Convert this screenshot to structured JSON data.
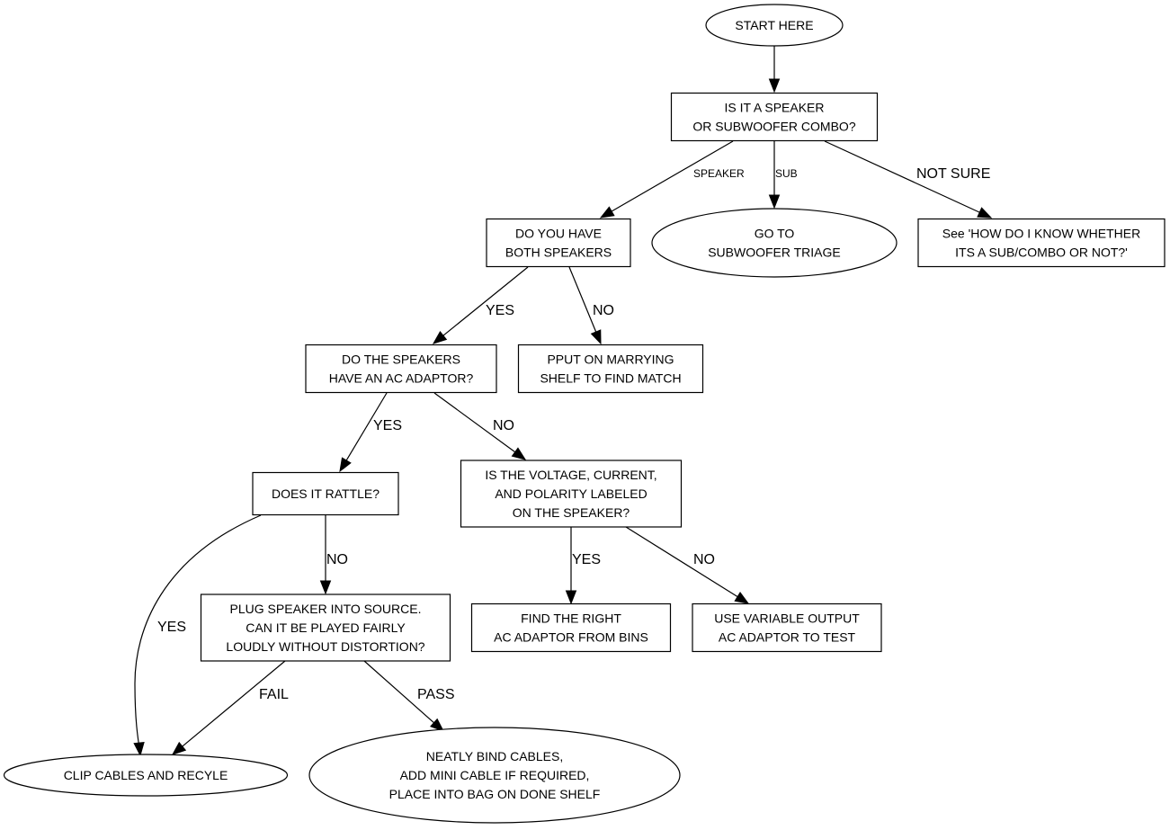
{
  "diagram": {
    "title": "Speaker triage flowchart",
    "nodes": {
      "start": {
        "shape": "ellipse",
        "lines": [
          "START HERE"
        ]
      },
      "is_speaker": {
        "shape": "box",
        "lines": [
          "IS IT A SPEAKER",
          "OR SUBWOOFER COMBO?"
        ]
      },
      "both_speakers": {
        "shape": "box",
        "lines": [
          "DO YOU HAVE",
          "BOTH SPEAKERS"
        ]
      },
      "sub_triage": {
        "shape": "ellipse",
        "lines": [
          "GO TO",
          "SUBWOOFER TRIAGE"
        ]
      },
      "not_sure": {
        "shape": "box",
        "lines": [
          "See 'HOW DO I KNOW WHETHER",
          "ITS A SUB/COMBO OR NOT?'"
        ]
      },
      "ac_adaptor": {
        "shape": "box",
        "lines": [
          "DO THE SPEAKERS",
          "HAVE AN AC ADAPTOR?"
        ]
      },
      "marrying_shelf": {
        "shape": "box",
        "lines": [
          "PPUT ON MARRYING",
          "SHELF TO FIND MATCH"
        ]
      },
      "rattle": {
        "shape": "box",
        "lines": [
          "DOES IT RATTLE?"
        ]
      },
      "voltage_labeled": {
        "shape": "box",
        "lines": [
          "IS THE VOLTAGE, CURRENT,",
          "AND POLARITY LABELED",
          "ON THE SPEAKER?"
        ]
      },
      "plug_in": {
        "shape": "box",
        "lines": [
          "PLUG SPEAKER INTO SOURCE.",
          "CAN IT BE PLAYED FAIRLY",
          "LOUDLY WITHOUT DISTORTION?"
        ]
      },
      "find_adaptor": {
        "shape": "box",
        "lines": [
          "FIND THE RIGHT",
          "AC ADAPTOR FROM BINS"
        ]
      },
      "variable_adaptor": {
        "shape": "box",
        "lines": [
          "USE VARIABLE OUTPUT",
          "AC ADAPTOR TO TEST"
        ]
      },
      "recycle": {
        "shape": "ellipse",
        "lines": [
          "CLIP CABLES AND RECYLE"
        ]
      },
      "done_shelf": {
        "shape": "ellipse",
        "lines": [
          "NEATLY BIND CABLES,",
          "ADD MINI CABLE IF REQUIRED,",
          "PLACE INTO BAG ON DONE SHELF"
        ]
      }
    },
    "edges": [
      {
        "from": "start",
        "to": "is_speaker",
        "label": ""
      },
      {
        "from": "is_speaker",
        "to": "both_speakers",
        "label": "SPEAKER"
      },
      {
        "from": "is_speaker",
        "to": "sub_triage",
        "label": "SUB"
      },
      {
        "from": "is_speaker",
        "to": "not_sure",
        "label": "NOT SURE"
      },
      {
        "from": "both_speakers",
        "to": "ac_adaptor",
        "label": "YES"
      },
      {
        "from": "both_speakers",
        "to": "marrying_shelf",
        "label": "NO"
      },
      {
        "from": "ac_adaptor",
        "to": "rattle",
        "label": "YES"
      },
      {
        "from": "ac_adaptor",
        "to": "voltage_labeled",
        "label": "NO"
      },
      {
        "from": "rattle",
        "to": "plug_in",
        "label": "NO"
      },
      {
        "from": "rattle",
        "to": "recycle",
        "label": "YES"
      },
      {
        "from": "voltage_labeled",
        "to": "find_adaptor",
        "label": "YES"
      },
      {
        "from": "voltage_labeled",
        "to": "variable_adaptor",
        "label": "NO"
      },
      {
        "from": "plug_in",
        "to": "recycle",
        "label": "FAIL"
      },
      {
        "from": "plug_in",
        "to": "done_shelf",
        "label": "PASS"
      }
    ]
  }
}
